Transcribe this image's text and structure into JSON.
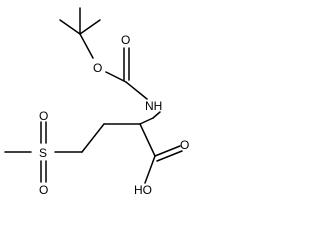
{
  "atoms": {
    "nh": "NH",
    "o_ester": "O",
    "o_carbonyl_boc": "O",
    "s": "S",
    "o_s_top": "O",
    "o_s_bottom": "O",
    "o_acid_carbonyl": "O",
    "oh": "HO"
  }
}
